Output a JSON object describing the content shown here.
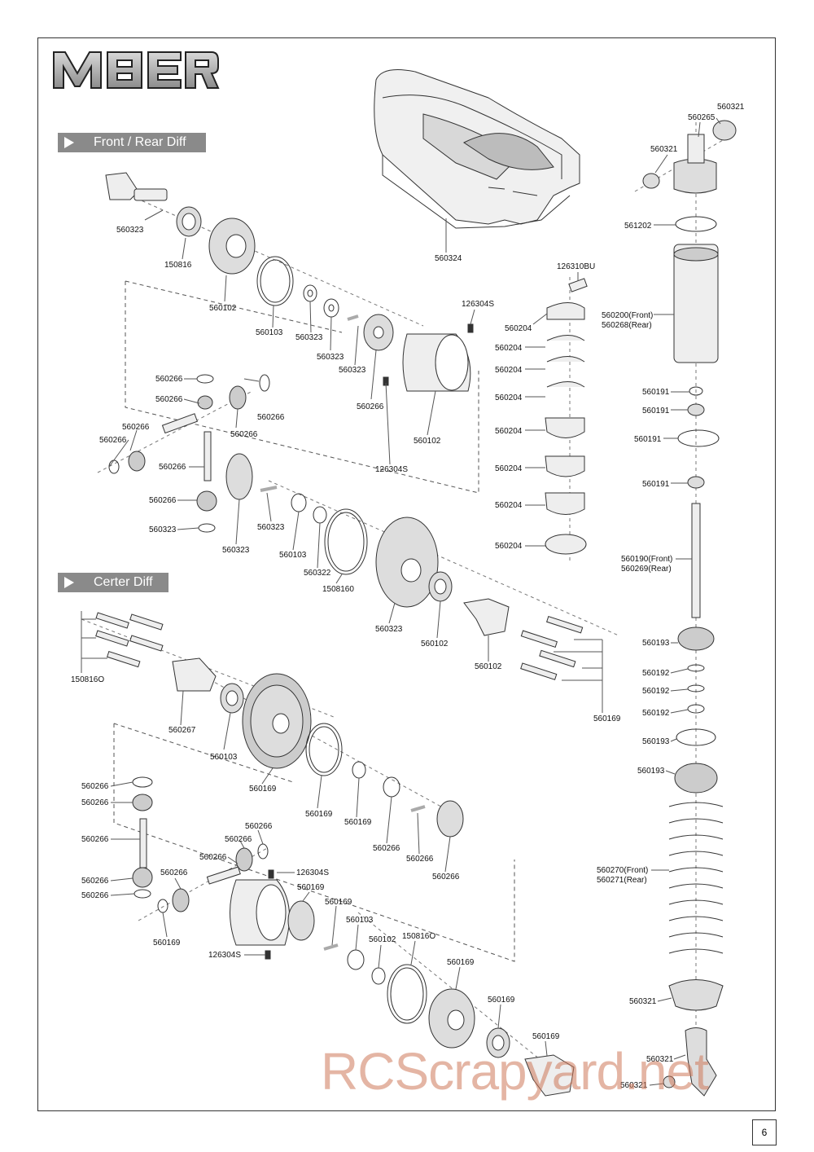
{
  "brand": {
    "logo_text": "M8ER"
  },
  "sections": {
    "front_rear_diff": "Front / Rear Diff",
    "center_diff": "Certer Diff"
  },
  "labels": {
    "l1": "560323",
    "l2": "150816",
    "l3": "560102",
    "l4": "560103",
    "l5": "560323",
    "l6": "560323",
    "l7": "560323",
    "l8": "126304S",
    "l9": "560266",
    "l10": "560102",
    "l11": "126304S",
    "l12": "560324",
    "l13": "126310BU",
    "l14": "560204",
    "l15": "560204",
    "l16": "560204",
    "l17": "560204",
    "l18": "560204",
    "l19": "560204",
    "l20": "560204",
    "l21": "560204",
    "l22": "560321",
    "l23": "560265",
    "l24": "560321",
    "l25": "561202",
    "l26a": "560200(Front)",
    "l26b": "560268(Rear)",
    "l27": "560191",
    "l28": "560191",
    "l29": "560191",
    "l30": "560191",
    "l31a": "560190(Front)",
    "l31b": "560269(Rear)",
    "l32": "560193",
    "l33": "560192",
    "l34": "560192",
    "l35": "560192",
    "l36": "560193",
    "l37": "560193",
    "l38a": "560270(Front)",
    "l38b": "560271(Rear)",
    "l39": "560321",
    "l40": "560321",
    "l41": "560321",
    "l42": "560266",
    "l43": "560266",
    "l44": "560266",
    "l45": "560266",
    "l46": "560266",
    "l47": "560266",
    "l48": "560266",
    "l49": "560266",
    "l50": "560323",
    "l51": "560323",
    "l52": "560323",
    "l53": "560103",
    "l54": "560322",
    "l55": "1508160",
    "l56": "560323",
    "l57": "560102",
    "l58": "560102",
    "l59": "560169",
    "l60": "150816O",
    "l61": "560267",
    "l62": "560103",
    "l63": "560169",
    "l64": "560169",
    "l65": "560169",
    "l66": "560266",
    "l67": "560266",
    "l68": "560266",
    "l69": "560266",
    "l70": "560266",
    "l71": "560266",
    "l72": "560266",
    "l73": "560266",
    "l74": "560266",
    "l75": "560266",
    "l76": "560266",
    "l77": "126304S",
    "l78": "560266",
    "l79": "560169",
    "l80": "560169",
    "l81": "560169",
    "l82": "560103",
    "l83": "126304S",
    "l84": "560102",
    "l85": "150816O",
    "l86": "560169"
  },
  "watermark": "RCScrapyard.net",
  "page_number": "6"
}
